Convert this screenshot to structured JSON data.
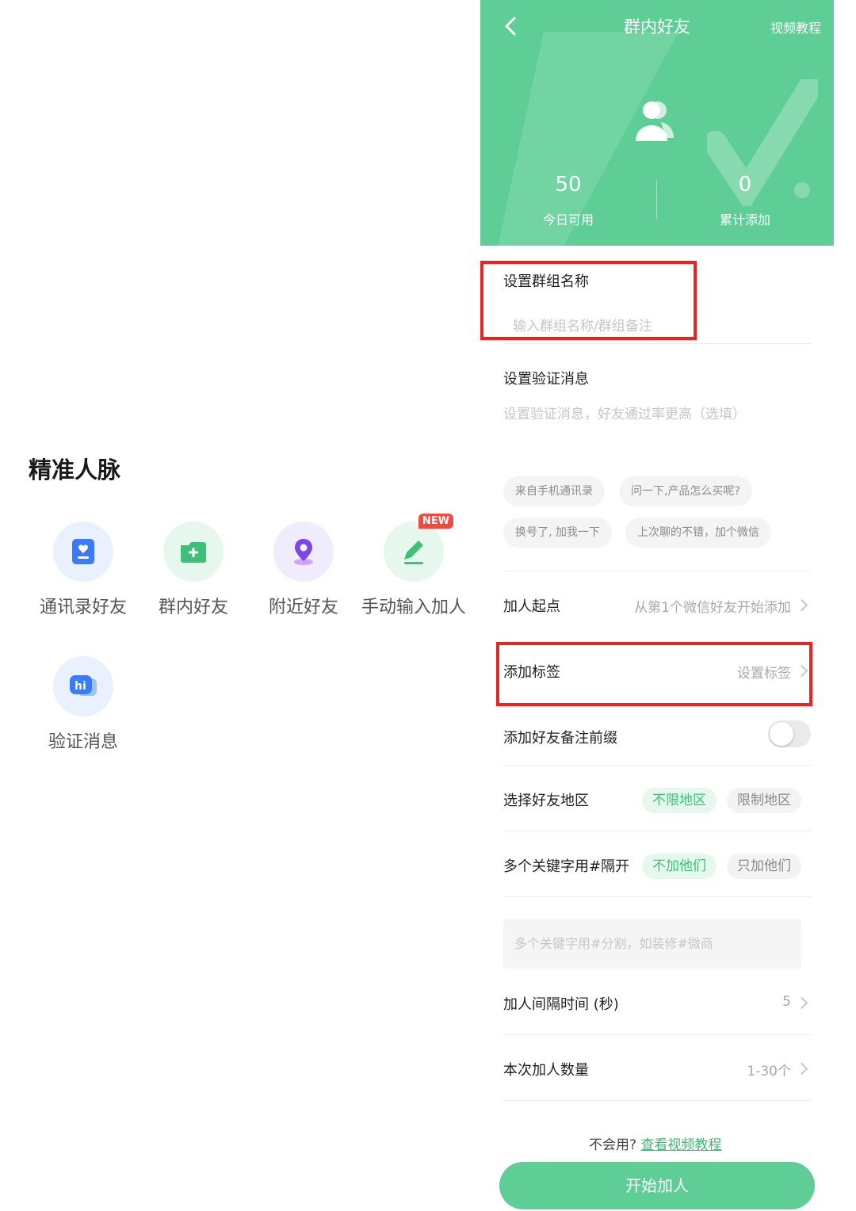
{
  "left": {
    "title": "精准人脉",
    "features": [
      {
        "label": "通讯录好友",
        "icon": "contacts-book-icon"
      },
      {
        "label": "群内好友",
        "icon": "group-add-icon"
      },
      {
        "label": "附近好友",
        "icon": "location-pin-icon"
      },
      {
        "label": "手动输入加人",
        "icon": "pen-edit-icon",
        "badge": "NEW"
      },
      {
        "label": "验证消息",
        "icon": "hi-message-icon"
      }
    ]
  },
  "header": {
    "title": "群内好友",
    "right_link": "视频教程",
    "today_available_value": "50",
    "today_available_label": "今日可用",
    "total_added_value": "0",
    "total_added_label": "累计添加"
  },
  "form": {
    "group_name_label": "设置群组名称",
    "group_name_placeholder": "输入群组名称/群组备注",
    "verify_label": "设置验证消息",
    "verify_placeholder": "设置验证消息，好友通过率更高（选填）",
    "quick_msgs": [
      "来自手机通讯录",
      "问一下,产品怎么买呢?",
      "换号了, 加我一下",
      "上次聊的不错，加个微信"
    ],
    "start_point_label": "加人起点",
    "start_point_value": "从第1个微信好友开始添加",
    "tag_label": "添加标签",
    "tag_value": "设置标签",
    "prefix_label": "添加好友备注前缀",
    "prefix_enabled": false,
    "region_label": "选择好友地区",
    "region_options": [
      "不限地区",
      "限制地区"
    ],
    "region_selected": "不限地区",
    "keyword_label": "多个关键字用#隔开",
    "keyword_options": [
      "不加他们",
      "只加他们"
    ],
    "keyword_selected": "不加他们",
    "keyword_placeholder": "多个关键字用#分割，如装修#微商",
    "interval_label": "加人间隔时间 (秒)",
    "interval_value": "5",
    "count_label": "本次加人数量",
    "count_value": "1-30个"
  },
  "footer": {
    "help_text": "不会用?",
    "help_link": "查看视频教程",
    "start_button": "开始加人"
  },
  "colors": {
    "brand_green": "#5fce96",
    "highlight_red": "#e82520",
    "badge_red": "#f04a3e"
  }
}
